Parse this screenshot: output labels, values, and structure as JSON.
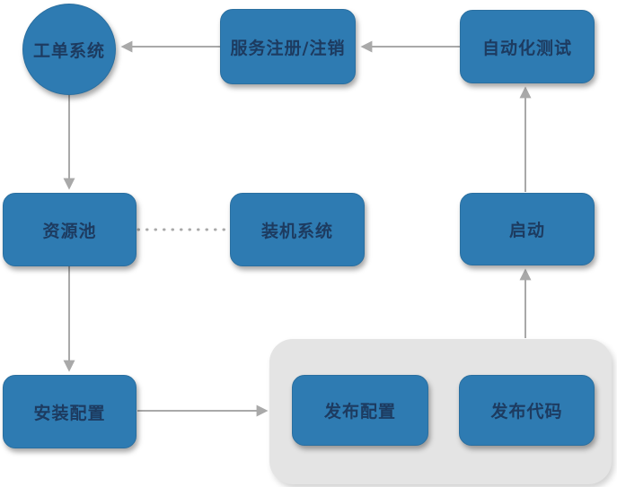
{
  "diagram": {
    "title": "deployment-flow-diagram",
    "colors": {
      "node_fill": "#2E7BB2",
      "node_text": "#1D3B60",
      "arrow": "#A9A9A9",
      "group_fill": "#E4E4E4",
      "background": "#FFFFFF"
    },
    "nodes": {
      "work_order": {
        "label": "工单系统",
        "shape": "circle"
      },
      "service_registration": {
        "label": "服务注册/注销",
        "shape": "rounded-rect"
      },
      "automated_testing": {
        "label": "自动化测试",
        "shape": "rounded-rect"
      },
      "resource_pool": {
        "label": "资源池",
        "shape": "rounded-rect"
      },
      "installation_system": {
        "label": "装机系统",
        "shape": "rounded-rect"
      },
      "start": {
        "label": "启动",
        "shape": "rounded-rect"
      },
      "install_config": {
        "label": "安装配置",
        "shape": "rounded-rect"
      },
      "release_config": {
        "label": "发布配置",
        "shape": "rounded-rect"
      },
      "release_code": {
        "label": "发布代码",
        "shape": "rounded-rect"
      }
    },
    "edges": [
      {
        "from": "automated_testing",
        "to": "service_registration",
        "style": "solid-arrow"
      },
      {
        "from": "service_registration",
        "to": "work_order",
        "style": "solid-arrow"
      },
      {
        "from": "work_order",
        "to": "resource_pool",
        "style": "solid-arrow"
      },
      {
        "from": "resource_pool",
        "to": "installation_system",
        "style": "dotted"
      },
      {
        "from": "resource_pool",
        "to": "install_config",
        "style": "solid-arrow"
      },
      {
        "from": "install_config",
        "to": "release_group",
        "style": "solid-arrow"
      },
      {
        "from": "release_group",
        "to": "start",
        "style": "solid-arrow"
      },
      {
        "from": "start",
        "to": "automated_testing",
        "style": "solid-arrow"
      }
    ]
  }
}
